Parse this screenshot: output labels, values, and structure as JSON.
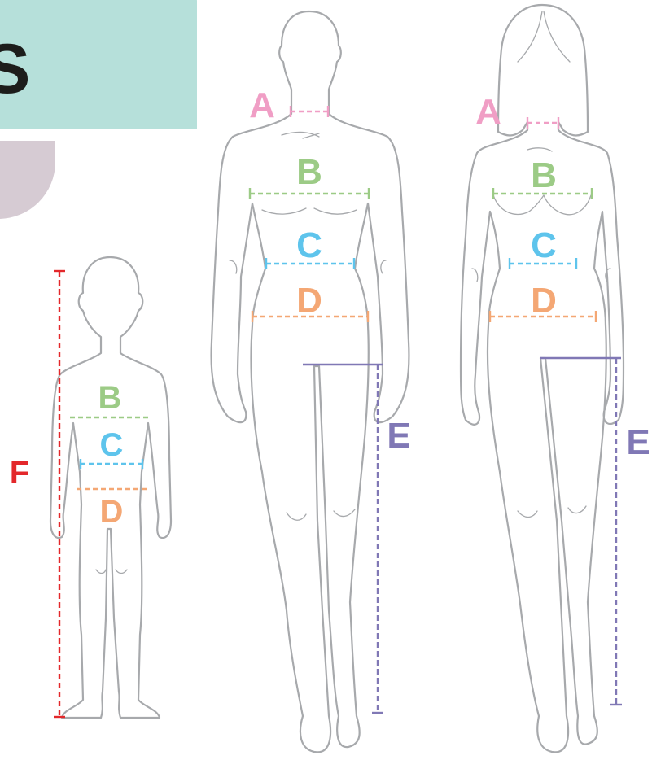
{
  "banner": {
    "text": "S"
  },
  "colors": {
    "teal": "#b6e0da",
    "mauve": "#d6cbd3",
    "A": "#f09ec5",
    "B": "#9ccb86",
    "C": "#5ec4ec",
    "D": "#f4a774",
    "E": "#8078b5",
    "F": "#e3282b",
    "outline": "#a7a9ac"
  },
  "child": {
    "labels": {
      "B": "B",
      "C": "C",
      "D": "D",
      "F": "F"
    }
  },
  "man": {
    "labels": {
      "A": "A",
      "B": "B",
      "C": "C",
      "D": "D",
      "E": "E"
    }
  },
  "woman": {
    "labels": {
      "A": "A",
      "B": "B",
      "C": "C",
      "D": "D",
      "E": "E"
    }
  }
}
